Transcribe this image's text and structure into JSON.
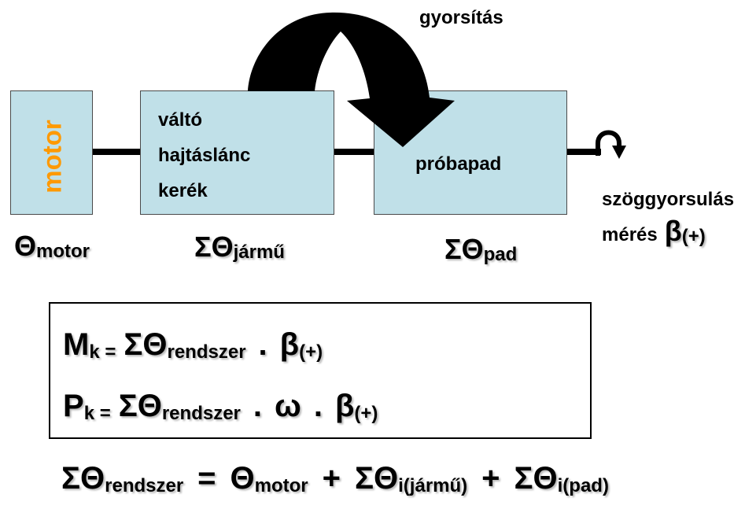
{
  "diagram": {
    "acceleration_label": "gyorsítás",
    "motor_box": {
      "label": "motor"
    },
    "vehicle_box": {
      "lines": [
        "váltó",
        "hajtáslánc",
        "kerék"
      ]
    },
    "bench_box": {
      "label": "próbapad"
    },
    "inertia": {
      "motor": {
        "main": "Θ",
        "sub": "motor"
      },
      "vehicle": {
        "main": "ΣΘ",
        "sub": "jármű"
      },
      "bench": {
        "main": "ΣΘ",
        "sub": "pad"
      }
    },
    "measurement": {
      "line1": "szöggyorsulás",
      "line2": "mérés",
      "main": "β",
      "sub": "(+)"
    }
  },
  "formulas": {
    "torque": [
      {
        "main": "M",
        "sub": "k ="
      },
      {
        "main": "ΣΘ",
        "sub": "rendszer"
      },
      {
        "main": "."
      },
      {
        "main": "β",
        "sub": "(+)"
      }
    ],
    "power": [
      {
        "main": "P",
        "sub": "k ="
      },
      {
        "main": "ΣΘ",
        "sub": "rendszer"
      },
      {
        "main": "."
      },
      {
        "main": "ω"
      },
      {
        "main": "."
      },
      {
        "main": "β",
        "sub": "(+)"
      }
    ],
    "system_inertia": [
      {
        "main": "ΣΘ",
        "sub": "rendszer"
      },
      {
        "main": "="
      },
      {
        "main": "Θ",
        "sub": "motor"
      },
      {
        "main": "+"
      },
      {
        "main": "ΣΘ",
        "sub": "i(jármű)"
      },
      {
        "main": "+"
      },
      {
        "main": "ΣΘ",
        "sub": "i(pad)"
      }
    ]
  },
  "icons": {
    "rotation_indicator": "rotation-arrow-icon",
    "acceleration_arrow": "curved-arrow-icon"
  },
  "colors": {
    "box_fill": "#c0e0e8",
    "box_border": "#4a4a4a",
    "motor_label": "#ff9900",
    "ink": "#000000"
  }
}
